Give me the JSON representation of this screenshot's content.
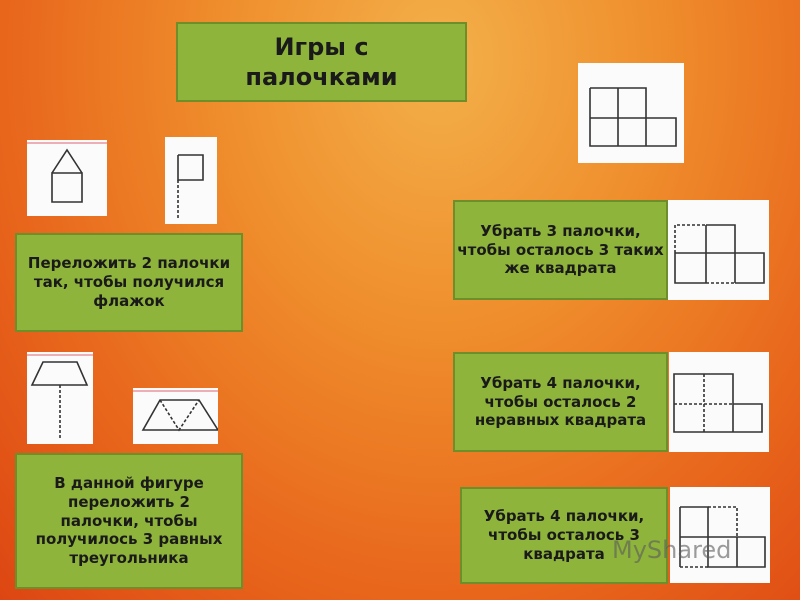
{
  "title": "Игры с палочками",
  "tasks": [
    {
      "text": "Переложить 2 палочки так, чтобы получился флажок"
    },
    {
      "text": "В данной фигуре переложить 2 палочки, чтобы получилось 3 равных треугольника"
    },
    {
      "text": "Убрать 3 палочки, чтобы осталось 3 таких же квадрата"
    },
    {
      "text": "Убрать 4 палочки, чтобы осталось 2 неравных квадрата"
    },
    {
      "text": "Убрать 4 палочки, чтобы осталось 3 квадрата"
    }
  ],
  "watermark": "MyShared",
  "colors": {
    "box": "#8fb43c",
    "background": "#e8661c"
  }
}
